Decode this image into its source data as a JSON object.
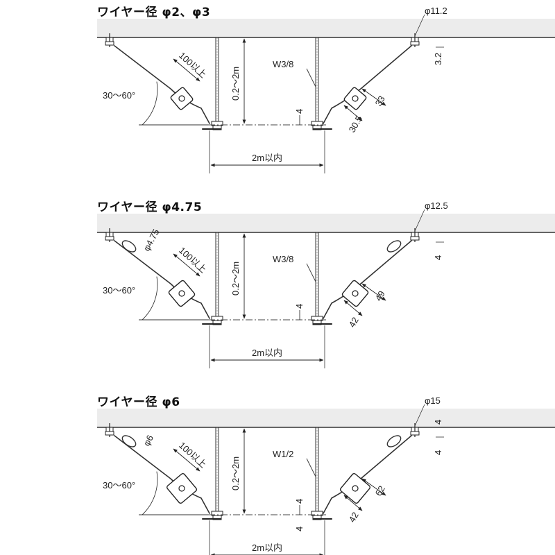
{
  "sections": [
    {
      "title": "ワイヤー径 φ2、φ3",
      "wire_dia": "",
      "hole_dia": "φ11.2",
      "anchor_offset": "3.2",
      "anchor_offset2": "",
      "length_min": "100以上",
      "angle": "30～60°",
      "drop": "0.2～2m",
      "rod": "W3/8",
      "gap": "4",
      "gap2": "",
      "clamp_a": "33",
      "clamp_b": "30.5",
      "span": "2m以内"
    },
    {
      "title": "ワイヤー径 φ4.75",
      "wire_dia": "φ4.75",
      "hole_dia": "φ12.5",
      "anchor_offset": "4",
      "anchor_offset2": "",
      "length_min": "100以上",
      "angle": "30～60°",
      "drop": "0.2～2m",
      "rod": "W3/8",
      "gap": "4",
      "gap2": "",
      "clamp_a": "49",
      "clamp_b": "42",
      "span": "2m以内"
    },
    {
      "title": "ワイヤー径 φ6",
      "wire_dia": "φ6",
      "hole_dia": "φ15",
      "anchor_offset": "4",
      "anchor_offset2": "4",
      "length_min": "100以上",
      "angle": "30～60°",
      "drop": "0.2～2m",
      "rod": "W1/2",
      "gap": "4",
      "gap2": "4",
      "clamp_a": "62",
      "clamp_b": "42",
      "span": "2m以内"
    }
  ]
}
